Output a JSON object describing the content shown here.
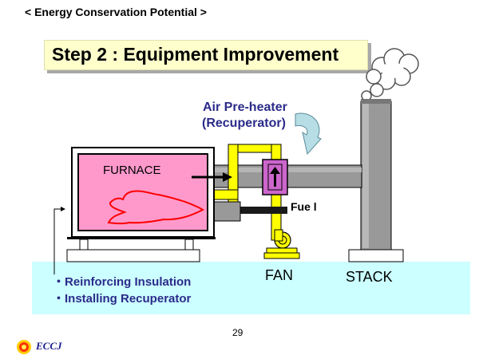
{
  "header": {
    "text": "< Energy Conservation Potential >"
  },
  "title": {
    "text": "Step 2 : Equipment Improvement"
  },
  "diagram": {
    "air_preheater_line1": "Air Pre-heater",
    "air_preheater_line2": "(Recuperator)",
    "furnace": "FURNACE",
    "fuel": "Fue l",
    "fan": "FAN",
    "stack": "STACK"
  },
  "bullets": [
    "・Reinforcing Insulation",
    "・Installing Recuperator"
  ],
  "footer": {
    "page_number": "29",
    "logo_text": "ECCJ"
  },
  "colors": {
    "title_box": "#ffffcc",
    "floor": "#ccffff",
    "furnace_fill": "#ff99cc",
    "flame": "#ff0000",
    "duct": "#999999",
    "yellow_pipe": "#ffff00",
    "recuperator": "#cc66cc",
    "label_blue": "#2b2b8a"
  }
}
